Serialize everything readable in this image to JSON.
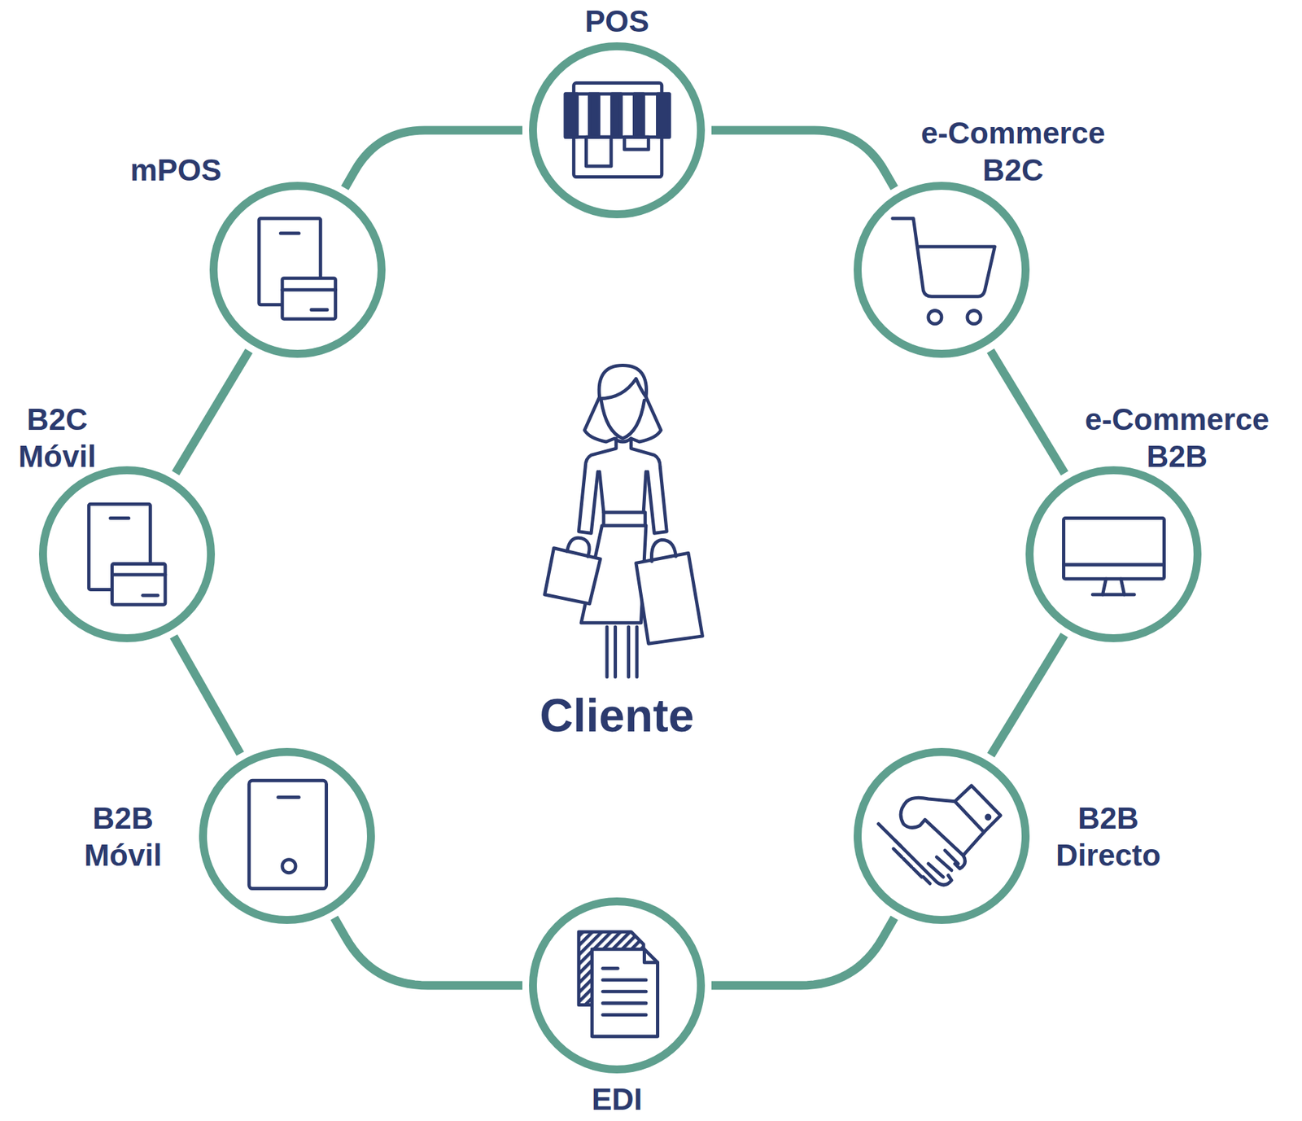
{
  "diagram": {
    "nodes": [
      {
        "text": [
          "POS"
        ]
      },
      {
        "text": [
          "e-Commerce B2C"
        ]
      },
      {
        "text": [
          "e-Commerce B2B"
        ]
      },
      {
        "text": [
          "B2B Directo"
        ]
      },
      {
        "text": [
          "EDI"
        ]
      },
      {
        "text": [
          "B2B Móvil"
        ]
      },
      {
        "text": [
          "B2C Móvil"
        ]
      },
      {
        "text": [
          "mPOS"
        ]
      }
    ],
    "edges": [
      {
        "from": 0,
        "to": 1,
        "arrow": "none"
      },
      {
        "from": 1,
        "to": 2,
        "arrow": "none"
      },
      {
        "from": 2,
        "to": 3,
        "arrow": "none"
      },
      {
        "from": 3,
        "to": 4,
        "arrow": "none"
      },
      {
        "from": 4,
        "to": 5,
        "arrow": "none"
      },
      {
        "from": 5,
        "to": 6,
        "arrow": "none"
      },
      {
        "from": 6,
        "to": 7,
        "arrow": "none"
      },
      {
        "from": 7,
        "to": 0,
        "arrow": "none"
      }
    ],
    "labels": [
      "Cliente"
    ]
  }
}
